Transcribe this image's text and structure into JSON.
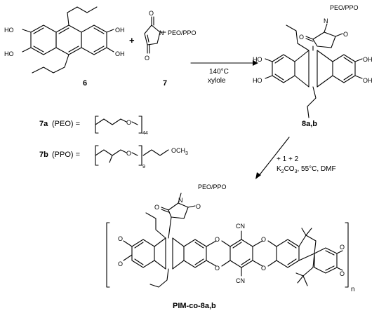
{
  "compounds": {
    "c6": {
      "label": "6",
      "oh": "HO",
      "oh_r": "OH"
    },
    "c7": {
      "label": "7",
      "o": "O",
      "n": "N",
      "sub": "PEO/PPO"
    },
    "c8": {
      "label": "8a,b",
      "sub": "PEO/PPO",
      "n": "N",
      "o": "O",
      "oh": "HO",
      "oh_r": "OH"
    },
    "polymer": {
      "label": "PIM-co-8a,b",
      "sub": "PEO/PPO",
      "n": "N",
      "o": "O",
      "cn": "CN",
      "subscript": "n"
    }
  },
  "plus": "+",
  "step1": {
    "temp": "140°C",
    "solvent": "xylole"
  },
  "step2": {
    "reagents": "+ 1 + 2",
    "base": "K",
    "sub2": "2",
    "base2": "CO",
    "sub3": "3",
    "rest": ", 55°C, DMF"
  },
  "defs": {
    "a": {
      "label": "7a",
      "name": "(PEO) =",
      "o": "O",
      "n": "44"
    },
    "b": {
      "label": "7b",
      "name": "(PPO) =",
      "o": "O",
      "n": "9",
      "ome": "OCH",
      "sub3": "3"
    }
  }
}
